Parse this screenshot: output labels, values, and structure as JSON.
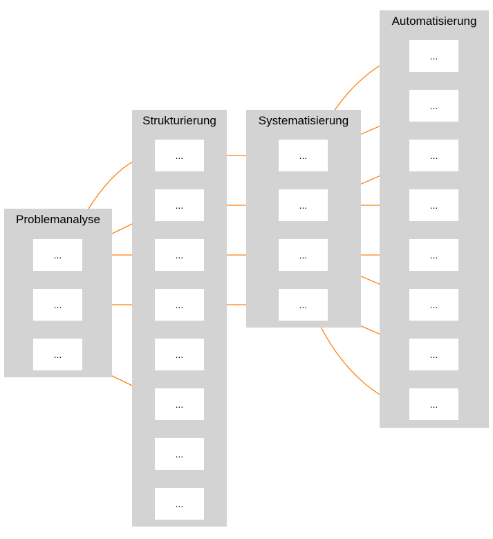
{
  "diagram": {
    "edge_color": "#ff7f0e",
    "clusters": [
      {
        "id": "problemanalyse",
        "title": "Problemanalyse",
        "nodes": [
          "...",
          "...",
          "..."
        ]
      },
      {
        "id": "strukturierung",
        "title": "Strukturierung",
        "nodes": [
          "...",
          "...",
          "...",
          "...",
          "...",
          "...",
          "...",
          "..."
        ]
      },
      {
        "id": "systematisierung",
        "title": "Systematisierung",
        "nodes": [
          "...",
          "...",
          "...",
          "..."
        ]
      },
      {
        "id": "automatisierung",
        "title": "Automatisierung",
        "nodes": [
          "...",
          "...",
          "...",
          "...",
          "...",
          "...",
          "...",
          "..."
        ]
      }
    ],
    "edges": [
      {
        "from": [
          0,
          0
        ],
        "to": [
          1,
          0
        ]
      },
      {
        "from": [
          0,
          0
        ],
        "to": [
          1,
          1
        ]
      },
      {
        "from": [
          0,
          0
        ],
        "to": [
          1,
          2
        ]
      },
      {
        "from": [
          0,
          1
        ],
        "to": [
          1,
          3
        ]
      },
      {
        "from": [
          0,
          2
        ],
        "to": [
          1,
          5
        ]
      },
      {
        "from": [
          1,
          0
        ],
        "to": [
          2,
          0
        ]
      },
      {
        "from": [
          1,
          1
        ],
        "to": [
          2,
          1
        ]
      },
      {
        "from": [
          1,
          2
        ],
        "to": [
          2,
          2
        ]
      },
      {
        "from": [
          1,
          3
        ],
        "to": [
          2,
          3
        ]
      },
      {
        "from": [
          2,
          0
        ],
        "to": [
          3,
          0
        ]
      },
      {
        "from": [
          2,
          0
        ],
        "to": [
          3,
          1
        ]
      },
      {
        "from": [
          2,
          1
        ],
        "to": [
          3,
          2
        ]
      },
      {
        "from": [
          2,
          1
        ],
        "to": [
          3,
          3
        ]
      },
      {
        "from": [
          2,
          2
        ],
        "to": [
          3,
          4
        ]
      },
      {
        "from": [
          2,
          2
        ],
        "to": [
          3,
          5
        ]
      },
      {
        "from": [
          2,
          3
        ],
        "to": [
          3,
          6
        ]
      },
      {
        "from": [
          2,
          3
        ],
        "to": [
          3,
          7
        ]
      }
    ]
  }
}
